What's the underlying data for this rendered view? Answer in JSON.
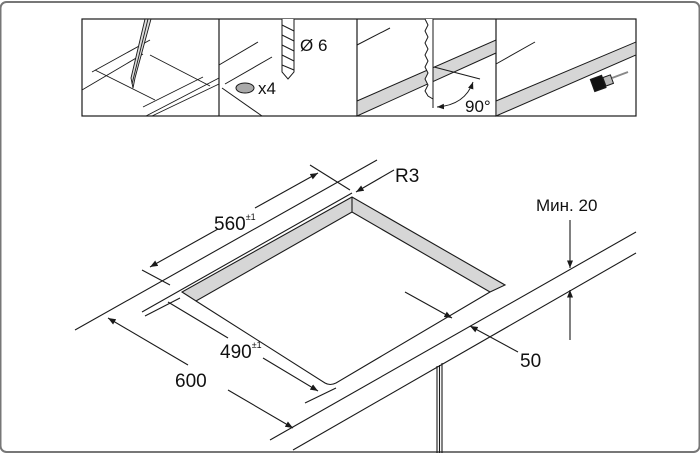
{
  "steps": [
    {
      "name": "mark"
    },
    {
      "name": "drill",
      "diameter_label": "Ø 6",
      "count_label": "x4"
    },
    {
      "name": "saw",
      "angle_label": "90°"
    },
    {
      "name": "seal"
    }
  ],
  "dimensions": {
    "cutout_width": "560",
    "cutout_width_tol": "±1",
    "cutout_depth": "490",
    "cutout_depth_tol": "±1",
    "worktop_depth": "600",
    "front_offset": "50",
    "corner_radius": "R3",
    "min_thickness": "Мин. 20"
  },
  "colors": {
    "line": "#1a1a1a",
    "shade": "#d6d6d6"
  }
}
